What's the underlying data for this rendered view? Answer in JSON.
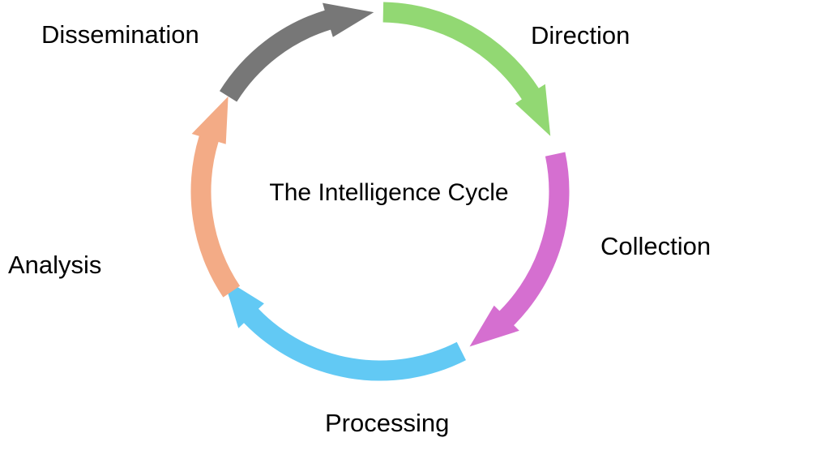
{
  "diagram": {
    "center_title": "The Intelligence Cycle",
    "stages": [
      {
        "label": "Direction",
        "color": "#92D873"
      },
      {
        "label": "Collection",
        "color": "#D56FD0"
      },
      {
        "label": "Processing",
        "color": "#62C9F4"
      },
      {
        "label": "Analysis",
        "color": "#F3AB86"
      },
      {
        "label": "Dissemination",
        "color": "#777777"
      }
    ]
  }
}
